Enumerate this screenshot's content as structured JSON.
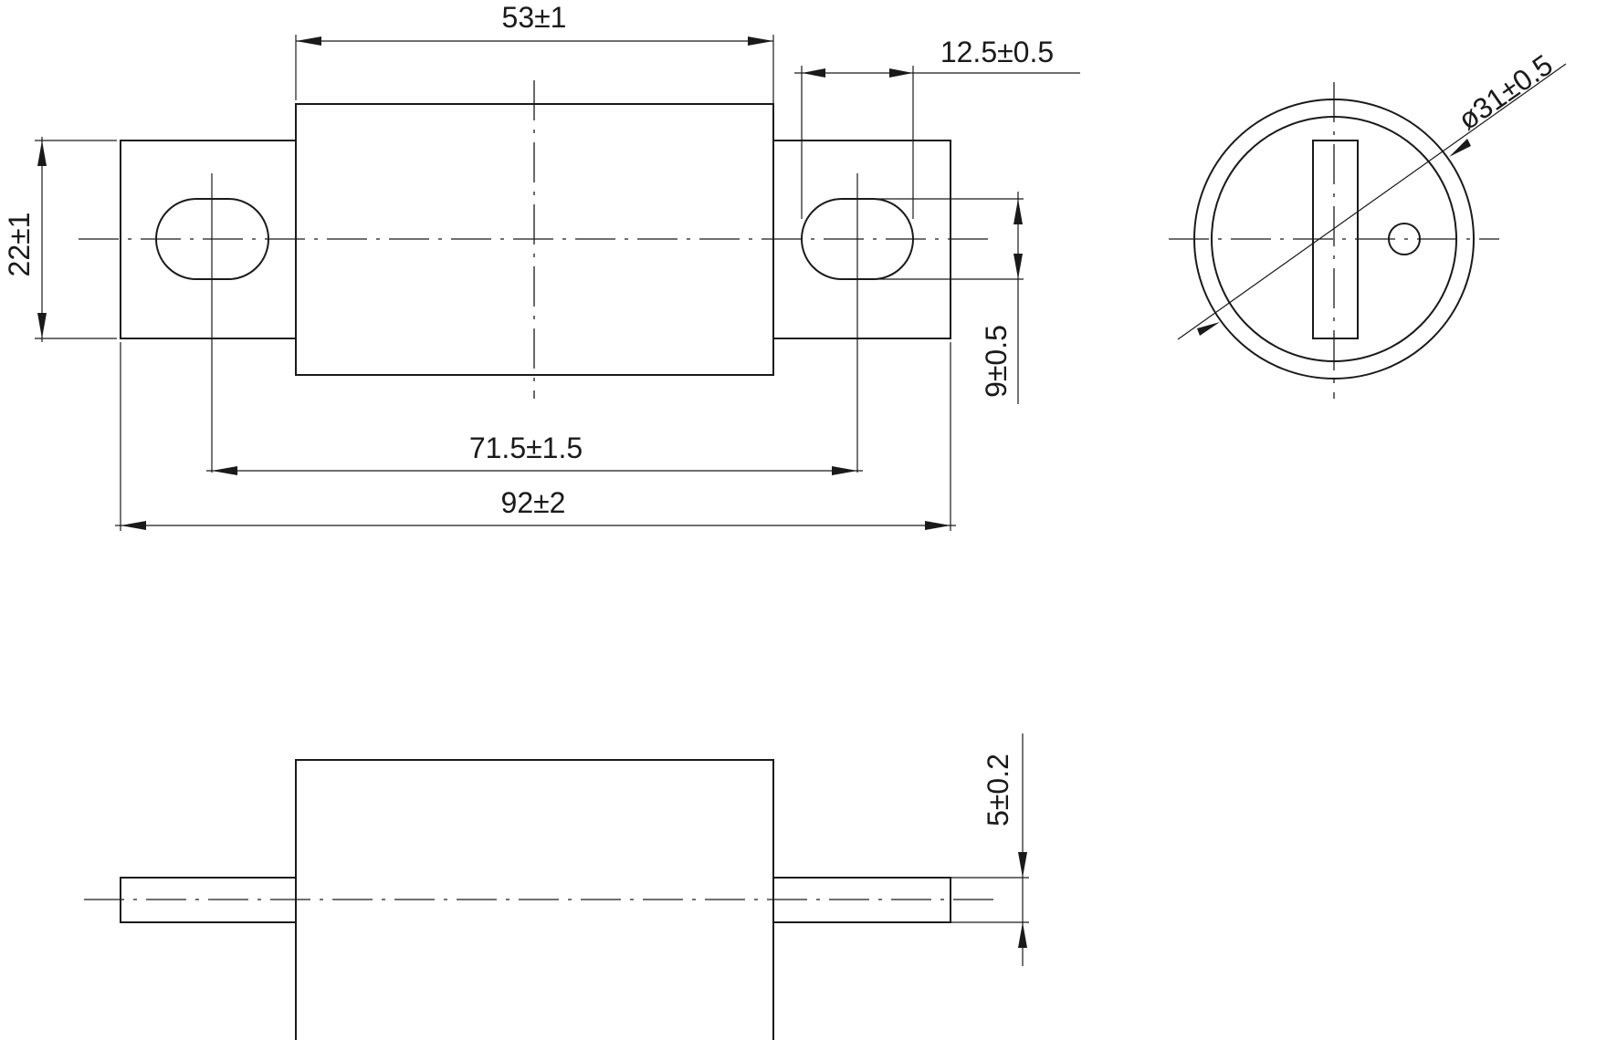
{
  "dimensions": {
    "body_length": "53±1",
    "slot_width": "12.5±0.5",
    "diameter": "ø31±0.5",
    "tab_height": "22±1",
    "slot_height": "9±0.5",
    "hole_spacing": "71.5±1.5",
    "overall_length": "92±2",
    "tab_thickness": "5±0.2"
  },
  "colors": {
    "line": "#1a1a1a",
    "background": "#ffffff"
  }
}
